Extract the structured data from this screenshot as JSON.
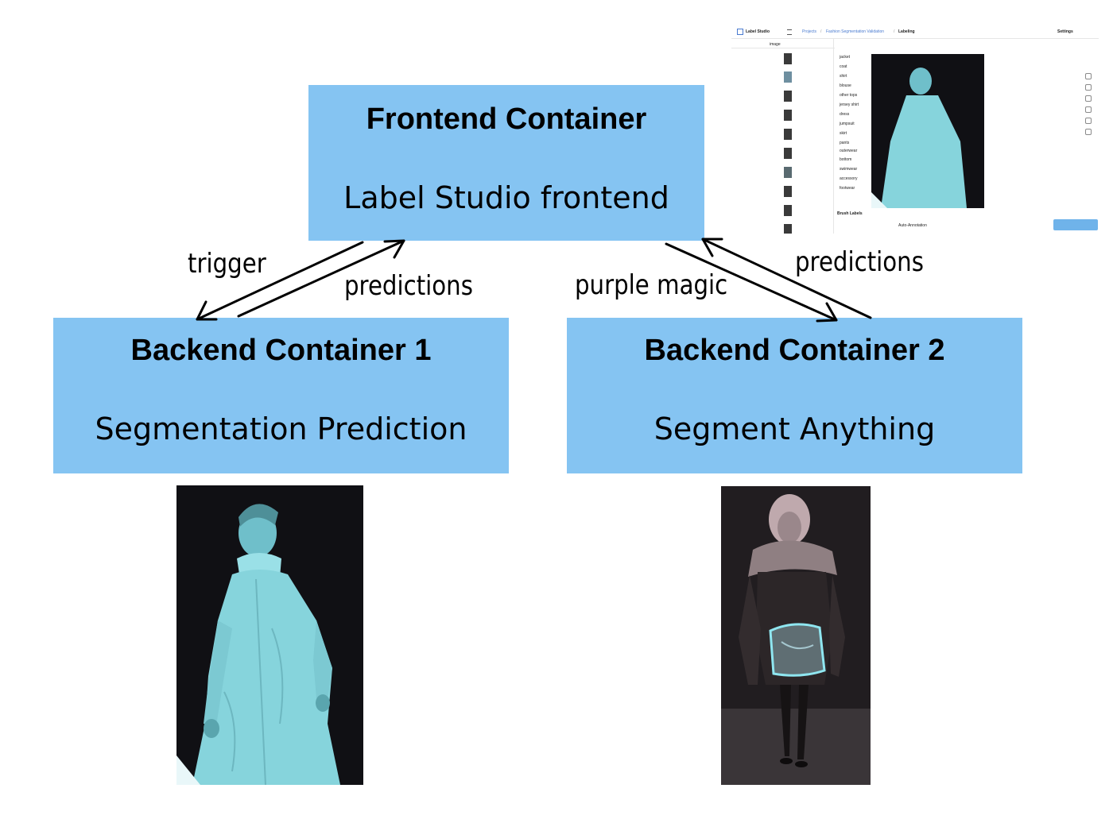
{
  "frontend": {
    "title": "Frontend Container",
    "subtitle": "Label Studio frontend"
  },
  "backend1": {
    "title": "Backend Container 1",
    "subtitle": "Segmentation Prediction"
  },
  "backend2": {
    "title": "Backend Container 2",
    "subtitle": "Segment Anything"
  },
  "edges": {
    "trigger": "trigger",
    "predictions_1": "predictions",
    "purple_magic": "purple magic",
    "predictions_2": "predictions"
  },
  "label_studio": {
    "app_name": "Label Studio",
    "breadcrumb": [
      "Projects",
      "/",
      "Fashion Segmentation Validation",
      "/",
      "Labeling"
    ],
    "settings": "Settings",
    "column_header": "image",
    "labels": [
      "jacket",
      "coat",
      "shirt",
      "blouse",
      "other tops",
      "jersey shirt",
      "dress",
      "jumpsuit",
      "skirt",
      "pants",
      "outerwear",
      "bottom",
      "swimwear",
      "accessory",
      "footwear"
    ],
    "brush_labels": "Brush Labels",
    "auto_annotation": "Auto-Annotation"
  },
  "colors": {
    "box_fill": "#85c4f2",
    "arrow": "#000000",
    "photo_tint": "#7fd3dd"
  }
}
